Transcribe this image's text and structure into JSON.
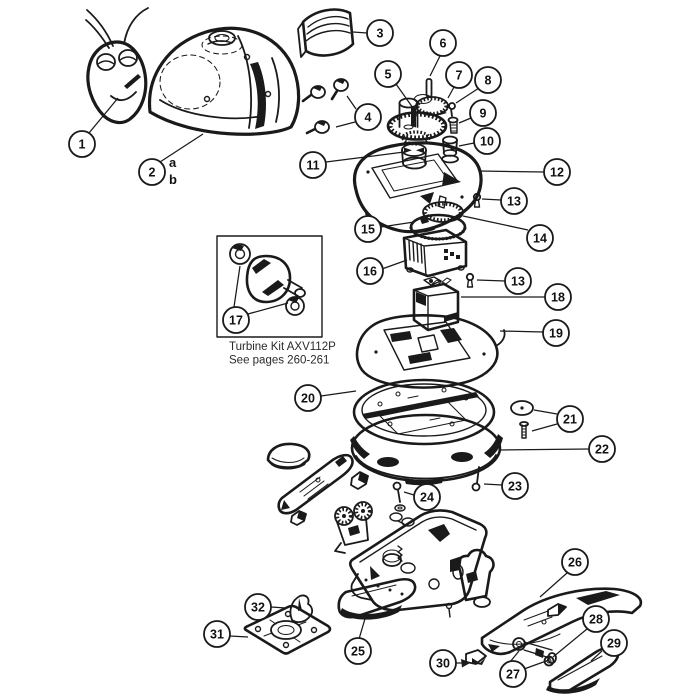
{
  "colors": {
    "line": "#1a1a1a",
    "background": "#ffffff"
  },
  "note_box": {
    "line1": "Turbine Kit AXV112P",
    "line2": "See pages 260-261"
  },
  "sub_labels": {
    "a": "a",
    "b": "b"
  },
  "callouts": [
    {
      "label": "1"
    },
    {
      "label": "2"
    },
    {
      "label": "3"
    },
    {
      "label": "4"
    },
    {
      "label": "5"
    },
    {
      "label": "6"
    },
    {
      "label": "7"
    },
    {
      "label": "8"
    },
    {
      "label": "9"
    },
    {
      "label": "10"
    },
    {
      "label": "11"
    },
    {
      "label": "12"
    },
    {
      "label": "13"
    },
    {
      "label": "14"
    },
    {
      "label": "15"
    },
    {
      "label": "16"
    },
    {
      "label": "13"
    },
    {
      "label": "17"
    },
    {
      "label": "18"
    },
    {
      "label": "19"
    },
    {
      "label": "20"
    },
    {
      "label": "21"
    },
    {
      "label": "22"
    },
    {
      "label": "23"
    },
    {
      "label": "24"
    },
    {
      "label": "25"
    },
    {
      "label": "26"
    },
    {
      "label": "27"
    },
    {
      "label": "28"
    },
    {
      "label": "29"
    },
    {
      "label": "30"
    },
    {
      "label": "31"
    },
    {
      "label": "32"
    }
  ]
}
